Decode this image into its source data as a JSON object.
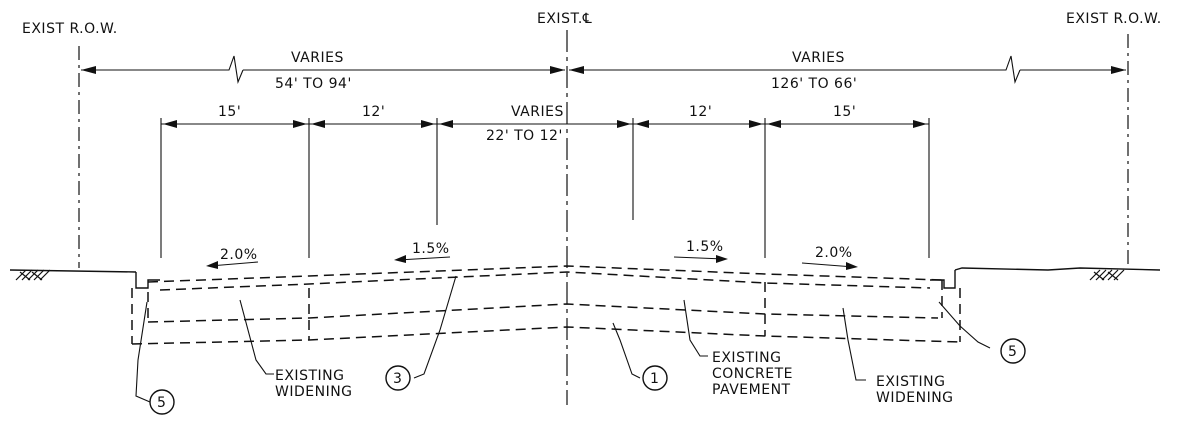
{
  "labels": {
    "row_left": "EXIST R.O.W.",
    "centerline": "EXIST.℄",
    "row_right": "EXIST R.O.W."
  },
  "dimensions": {
    "left_overall_a": "VARIES",
    "left_overall_b": "54' TO 94'",
    "right_overall_a": "VARIES",
    "right_overall_b": "126' TO 66'",
    "shoulder_left": "15'",
    "lane_left": "12'",
    "center_a": "VARIES",
    "center_b": "22' TO 12'",
    "lane_right": "12'",
    "shoulder_right": "15'"
  },
  "slopes": {
    "left_outer": "2.0%",
    "left_inner": "1.5%",
    "right_inner": "1.5%",
    "right_outer": "2.0%"
  },
  "callouts": {
    "existing_widening_left_1": "EXISTING",
    "existing_widening_left_2": "WIDENING",
    "existing_concrete_1": "EXISTING",
    "existing_concrete_2": "CONCRETE",
    "existing_concrete_3": "PAVEMENT",
    "existing_widening_right_1": "EXISTING",
    "existing_widening_right_2": "WIDENING",
    "num_3": "3",
    "num_1": "1",
    "num_5_left": "5",
    "num_5_right": "5"
  }
}
